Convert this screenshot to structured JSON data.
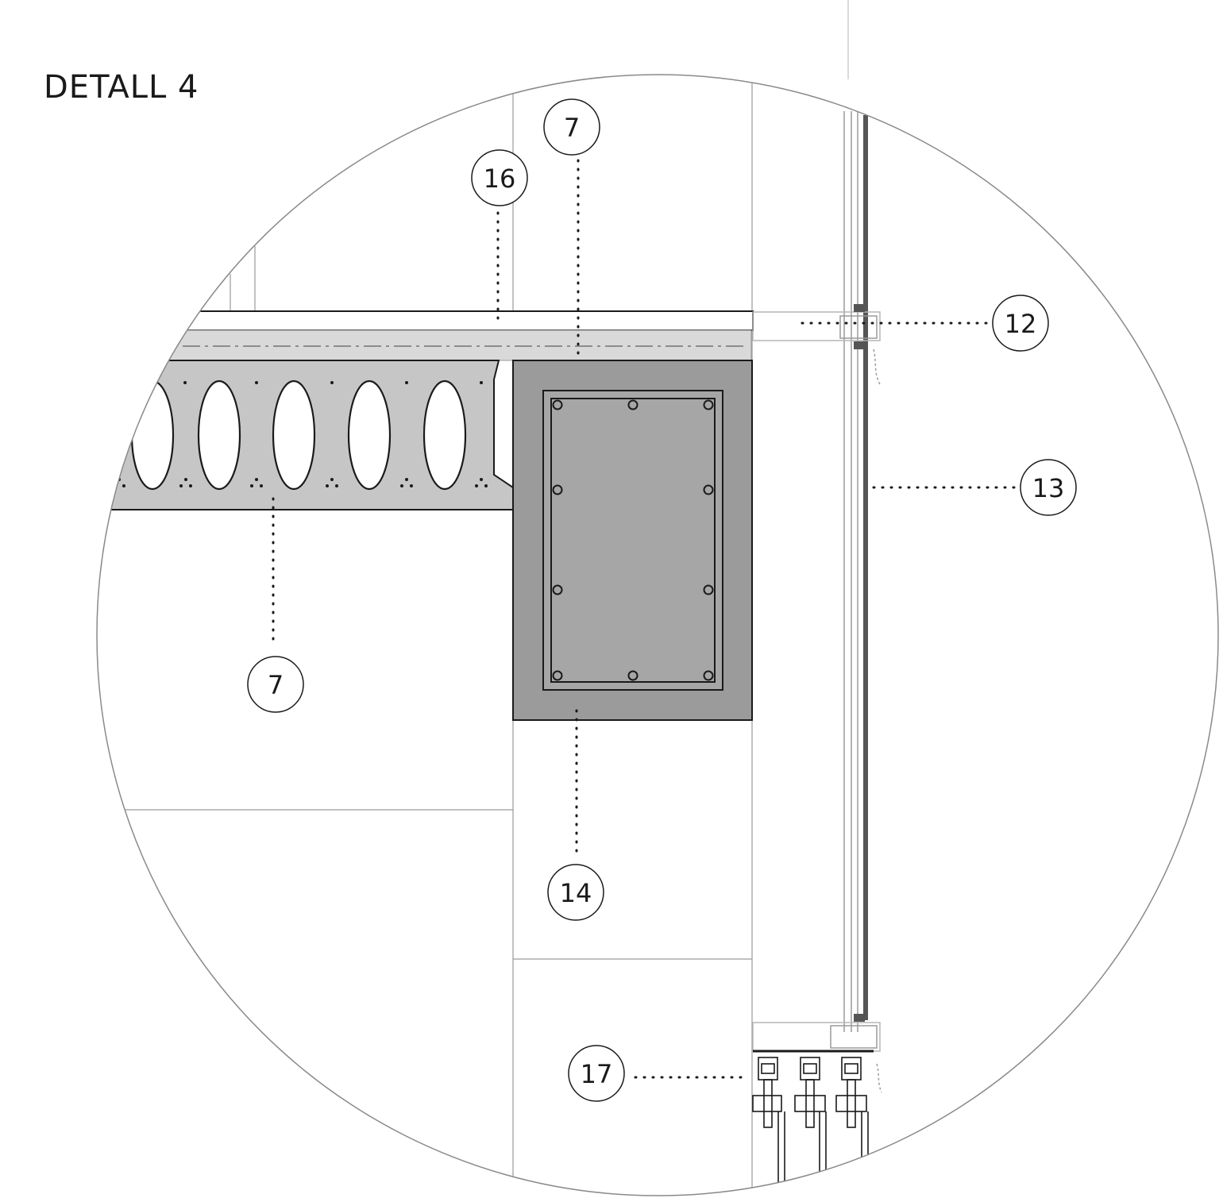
{
  "title": "DETALL 4",
  "callouts": [
    {
      "id": "callout-7-top",
      "label": "7"
    },
    {
      "id": "callout-16",
      "label": "16"
    },
    {
      "id": "callout-12",
      "label": "12"
    },
    {
      "id": "callout-13",
      "label": "13"
    },
    {
      "id": "callout-7-left",
      "label": "7"
    },
    {
      "id": "callout-14",
      "label": "14"
    },
    {
      "id": "callout-17",
      "label": "17"
    }
  ],
  "colors": {
    "line": "#1a1a1a",
    "thin_line": "#9a9a9a",
    "slab": "#c6c6c6",
    "topping": "#d9d9d9",
    "beam_outer": "#9b9b9b",
    "beam_inner": "#a6a6a6",
    "mullion": "#555555"
  }
}
